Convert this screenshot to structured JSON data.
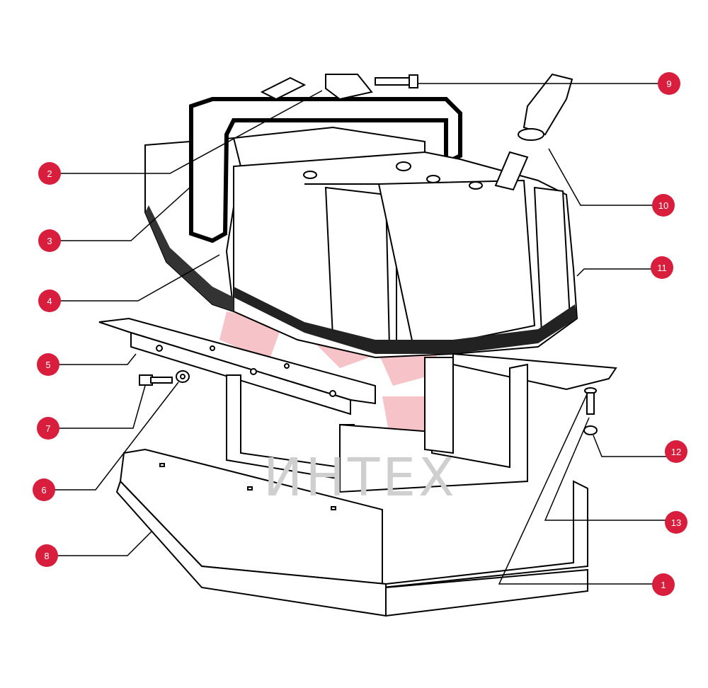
{
  "diagram": {
    "watermark": {
      "text": "ИНТЕХ",
      "color": "#f4b9bf"
    },
    "callout_color": "#d81e3c",
    "callouts": [
      {
        "id": "1",
        "label": "1"
      },
      {
        "id": "2",
        "label": "2"
      },
      {
        "id": "3",
        "label": "3"
      },
      {
        "id": "4",
        "label": "4"
      },
      {
        "id": "5",
        "label": "5"
      },
      {
        "id": "6",
        "label": "6"
      },
      {
        "id": "7",
        "label": "7"
      },
      {
        "id": "8",
        "label": "8"
      },
      {
        "id": "9",
        "label": "9"
      },
      {
        "id": "10",
        "label": "10"
      },
      {
        "id": "11",
        "label": "11"
      },
      {
        "id": "12",
        "label": "12"
      },
      {
        "id": "13",
        "label": "13"
      }
    ]
  }
}
